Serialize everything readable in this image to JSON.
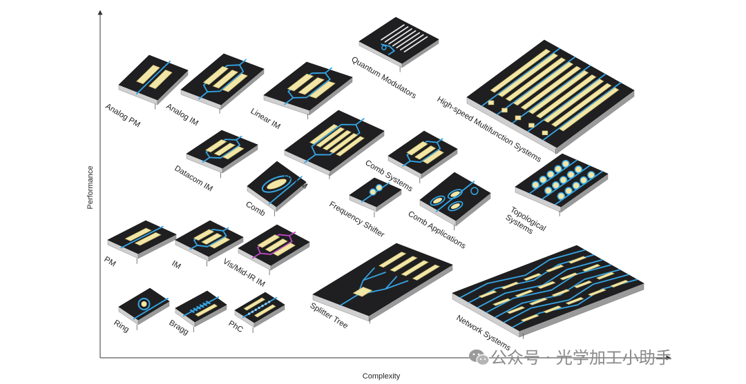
{
  "axes": {
    "x_label": "Complexity",
    "y_label": "Performance"
  },
  "watermark": {
    "text": "公众号 · 光学加工小助手",
    "icon": "wechat-icon"
  },
  "colors": {
    "chip_top": "#1f1f21",
    "chip_side_light": "#cfcfcf",
    "chip_side_dark": "#9a9a9a",
    "waveguide": "#35a6e6",
    "electrode": "#f2e6a6",
    "electrode_edge": "#b8a860",
    "vis_waveguide": "#c048c6"
  },
  "devices": [
    {
      "id": "analog-pm",
      "label": "Analog PM"
    },
    {
      "id": "analog-im",
      "label": "Analog IM"
    },
    {
      "id": "linear-im",
      "label": "Linear IM"
    },
    {
      "id": "quantum-modulators",
      "label": "Quantum Modulators"
    },
    {
      "id": "high-speed-multifunction",
      "label": "High-speed Multifunction Systems"
    },
    {
      "id": "datacom-im",
      "label": "Datacom IM"
    },
    {
      "id": "telecom-im",
      "label": "Telecom IM"
    },
    {
      "id": "comb",
      "label": "Comb"
    },
    {
      "id": "comb-systems",
      "label": "Comb Systems"
    },
    {
      "id": "frequency-shifter",
      "label": "Frequency Shifter"
    },
    {
      "id": "comb-applications",
      "label": "Comb Applications"
    },
    {
      "id": "topological-systems",
      "label": "Topological Systems",
      "label_lines": [
        "Topological",
        "Systems"
      ]
    },
    {
      "id": "pm",
      "label": "PM"
    },
    {
      "id": "im",
      "label": "IM"
    },
    {
      "id": "vis-mid-ir-im",
      "label": "Vis/Mid-IR IM"
    },
    {
      "id": "splitter-tree",
      "label": "Splitter Tree"
    },
    {
      "id": "network-systems",
      "label": "Network Systems"
    },
    {
      "id": "ring",
      "label": "Ring"
    },
    {
      "id": "bragg",
      "label": "Bragg"
    },
    {
      "id": "phc",
      "label": "PhC"
    }
  ]
}
